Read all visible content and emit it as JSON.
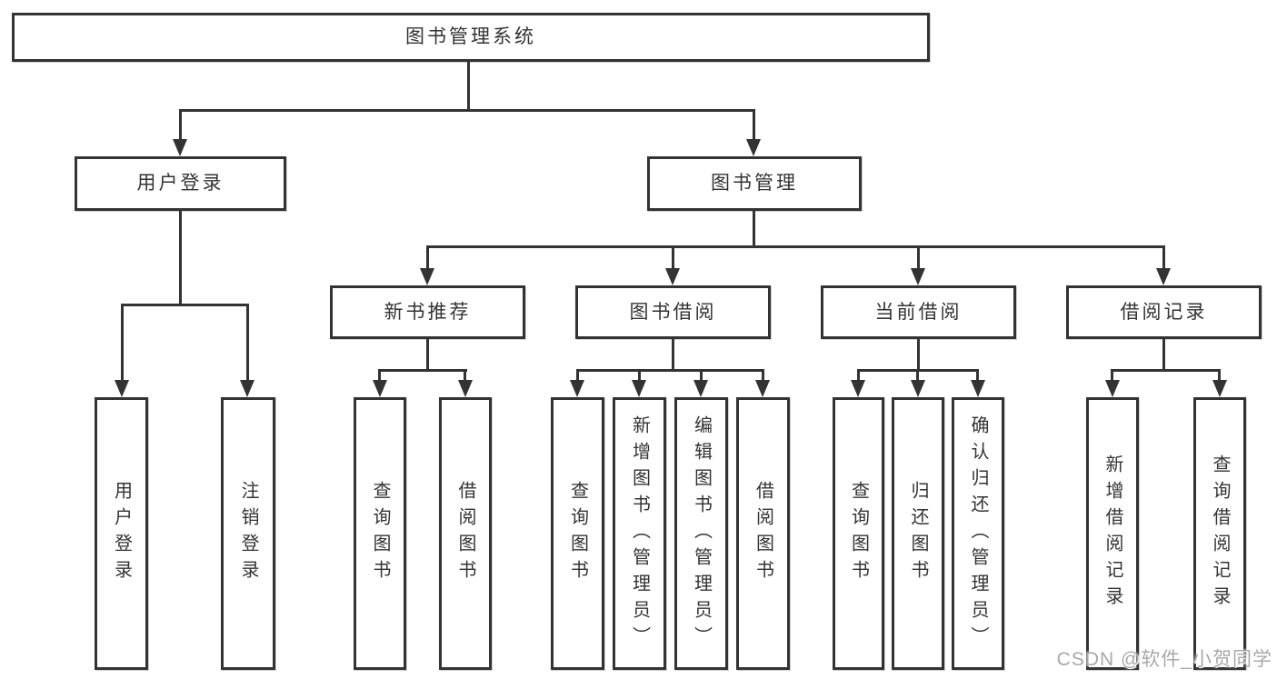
{
  "diagram": {
    "type": "hierarchy-tree",
    "root": {
      "label": "图书管理系统"
    },
    "children": [
      {
        "label": "用户登录",
        "children": [
          {
            "label": "用户登录"
          },
          {
            "label": "注销登录"
          }
        ]
      },
      {
        "label": "图书管理",
        "children": [
          {
            "label": "新书推荐",
            "children": [
              {
                "label": "查询图书"
              },
              {
                "label": "借阅图书"
              }
            ]
          },
          {
            "label": "图书借阅",
            "children": [
              {
                "label": "查询图书"
              },
              {
                "label": "新增图书（管理员）"
              },
              {
                "label": "编辑图书（管理员）"
              },
              {
                "label": "借阅图书"
              }
            ]
          },
          {
            "label": "当前借阅",
            "children": [
              {
                "label": "查询图书"
              },
              {
                "label": "归还图书"
              },
              {
                "label": "确认归还（管理员）"
              }
            ]
          },
          {
            "label": "借阅记录",
            "children": [
              {
                "label": "新增借阅记录"
              },
              {
                "label": "查询借阅记录"
              }
            ]
          }
        ]
      }
    ]
  },
  "watermark": {
    "label": "CSDN @软件_小贺同学",
    "color": "#a8a8a8"
  },
  "colors": {
    "background": "#ffffff",
    "line": "#333333",
    "box_border": "#333333",
    "text": "#333333"
  }
}
